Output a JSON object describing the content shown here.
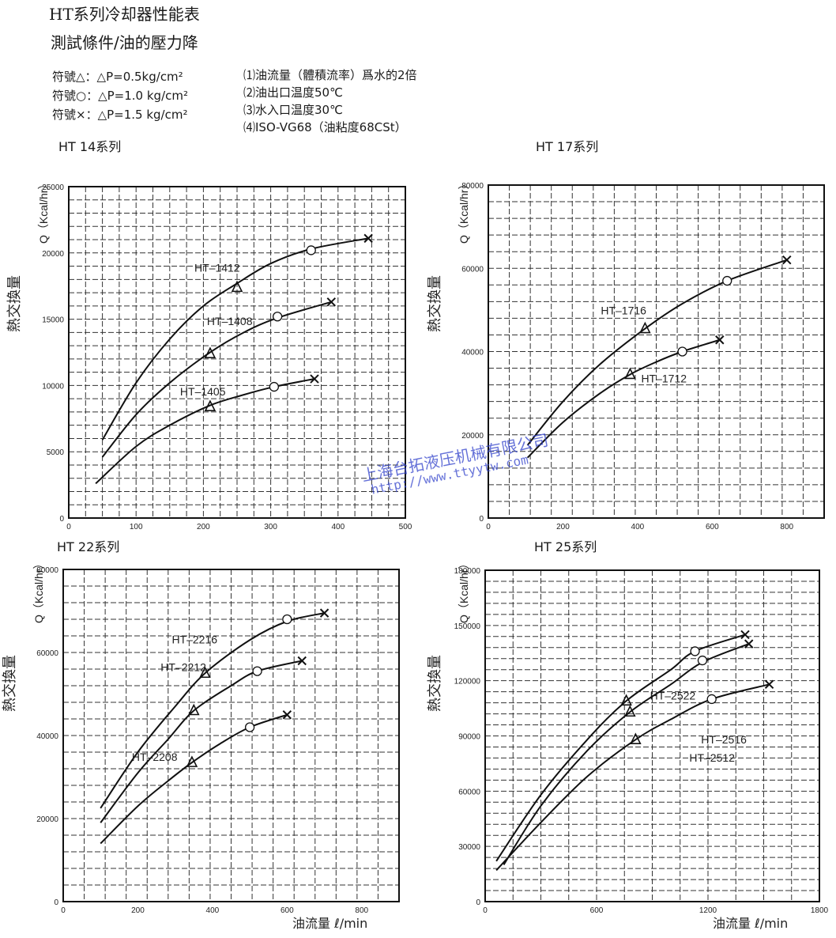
{
  "header": {
    "title": "HT系列冷却器性能表",
    "subtitle": "測試條件/油的壓力降",
    "legend": [
      {
        "label": "符號△：",
        "value": "△P=0.5kg/cm²"
      },
      {
        "label": "符號○：",
        "value": "△P=1.0 kg/cm²"
      },
      {
        "label": "符號×：",
        "value": "△P=1.5 kg/cm²"
      }
    ],
    "conditions": [
      "⑴油流量（體積流率）爲水的2倍",
      "⑵油出口温度50℃",
      "⑶水入口温度30℃",
      "⑷ISO-VG68（油粘度68CSt）"
    ]
  },
  "watermark": {
    "line1": "上海台拓液压机械有限公司",
    "line2": "http://www.ttyytw.com"
  },
  "chart_data": [
    {
      "id": "ht14",
      "type": "line",
      "title": "HT 14系列",
      "ylabel_cn": "熱交換量",
      "ylabel_unit": "Q（Kcal/hr）",
      "xlabel": "",
      "xlim": [
        0,
        500
      ],
      "ylim": [
        0,
        25000
      ],
      "xticks": [
        0,
        100,
        200,
        300,
        400,
        500
      ],
      "yticks": [
        0,
        5000,
        10000,
        15000,
        20000,
        25000
      ],
      "grid": true,
      "series": [
        {
          "name": "HT-1412",
          "x": [
            50,
            100,
            150,
            200,
            250,
            300,
            360,
            445
          ],
          "y": [
            5900,
            10200,
            13500,
            16000,
            17700,
            19200,
            20300,
            21100
          ],
          "markers": [
            {
              "x": 250,
              "y": 17400,
              "symbol": "triangle"
            },
            {
              "x": 360,
              "y": 20200,
              "symbol": "circle"
            },
            {
              "x": 445,
              "y": 21100,
              "symbol": "cross"
            }
          ]
        },
        {
          "name": "HT-1408",
          "x": [
            50,
            100,
            150,
            210,
            260,
            310,
            390
          ],
          "y": [
            4600,
            7800,
            10200,
            12500,
            14000,
            15100,
            16300
          ],
          "markers": [
            {
              "x": 210,
              "y": 12400,
              "symbol": "triangle"
            },
            {
              "x": 310,
              "y": 15200,
              "symbol": "circle"
            },
            {
              "x": 390,
              "y": 16300,
              "symbol": "cross"
            }
          ]
        },
        {
          "name": "HT-1405",
          "x": [
            40,
            100,
            150,
            210,
            260,
            305,
            365
          ],
          "y": [
            2600,
            5400,
            7000,
            8500,
            9300,
            9900,
            10500
          ],
          "markers": [
            {
              "x": 210,
              "y": 8400,
              "symbol": "triangle"
            },
            {
              "x": 305,
              "y": 9900,
              "symbol": "circle"
            },
            {
              "x": 365,
              "y": 10500,
              "symbol": "cross"
            }
          ]
        }
      ]
    },
    {
      "id": "ht17",
      "type": "line",
      "title": "HT 17系列",
      "ylabel_cn": "熱交換量",
      "ylabel_unit": "Q（Kcal/hr）",
      "xlabel": "",
      "xlim": [
        0,
        900
      ],
      "ylim": [
        0,
        80000
      ],
      "xticks": [
        0,
        200,
        400,
        600,
        800
      ],
      "yticks": [
        0,
        20000,
        40000,
        60000,
        80000
      ],
      "grid": true,
      "series": [
        {
          "name": "HT-1716",
          "x": [
            105,
            200,
            300,
            420,
            520,
            640,
            800
          ],
          "y": [
            17500,
            28000,
            37000,
            45500,
            51500,
            57000,
            62000
          ],
          "markers": [
            {
              "x": 420,
              "y": 45500,
              "symbol": "triangle"
            },
            {
              "x": 640,
              "y": 57000,
              "symbol": "circle"
            },
            {
              "x": 800,
              "y": 62000,
              "symbol": "cross"
            }
          ]
        },
        {
          "name": "HT-1712",
          "x": [
            105,
            200,
            300,
            380,
            450,
            520,
            620
          ],
          "y": [
            14500,
            23000,
            30000,
            34500,
            37500,
            40000,
            42800
          ],
          "markers": [
            {
              "x": 380,
              "y": 34500,
              "symbol": "triangle"
            },
            {
              "x": 520,
              "y": 40000,
              "symbol": "circle"
            },
            {
              "x": 620,
              "y": 42800,
              "symbol": "cross"
            }
          ]
        }
      ]
    },
    {
      "id": "ht22",
      "type": "line",
      "title": "HT 22系列",
      "ylabel_cn": "熱交換量",
      "ylabel_unit": "Q（Kcal/hr）",
      "xlabel": "油流量 ℓ/min",
      "xlim": [
        0,
        900
      ],
      "ylim": [
        0,
        80000
      ],
      "xticks": [
        0,
        200,
        400,
        600,
        800
      ],
      "yticks": [
        0,
        20000,
        40000,
        60000,
        80000
      ],
      "grid": true,
      "series": [
        {
          "name": "HT-2216",
          "x": [
            100,
            200,
            300,
            380,
            500,
            600,
            700
          ],
          "y": [
            22500,
            36000,
            47000,
            55000,
            63000,
            67500,
            69500
          ],
          "markers": [
            {
              "x": 380,
              "y": 55000,
              "symbol": "triangle"
            },
            {
              "x": 600,
              "y": 68000,
              "symbol": "circle"
            },
            {
              "x": 700,
              "y": 69500,
              "symbol": "cross"
            }
          ]
        },
        {
          "name": "HT-2212",
          "x": [
            100,
            200,
            280,
            350,
            450,
            520,
            640
          ],
          "y": [
            19000,
            31000,
            39000,
            46000,
            52000,
            55500,
            58000
          ],
          "markers": [
            {
              "x": 350,
              "y": 46000,
              "symbol": "triangle"
            },
            {
              "x": 520,
              "y": 55500,
              "symbol": "circle"
            },
            {
              "x": 640,
              "y": 58000,
              "symbol": "cross"
            }
          ]
        },
        {
          "name": "HT-2208",
          "x": [
            100,
            200,
            280,
            345,
            420,
            500,
            600
          ],
          "y": [
            14000,
            23000,
            29000,
            33500,
            38000,
            42000,
            45000
          ],
          "markers": [
            {
              "x": 345,
              "y": 33500,
              "symbol": "triangle"
            },
            {
              "x": 500,
              "y": 42000,
              "symbol": "circle"
            },
            {
              "x": 600,
              "y": 45000,
              "symbol": "cross"
            }
          ]
        }
      ]
    },
    {
      "id": "ht25",
      "type": "line",
      "title": "HT 25系列",
      "ylabel_cn": "熱交換量",
      "ylabel_unit": "Q（Kcal/hr）",
      "xlabel": "油流量 ℓ/min",
      "xlim": [
        0,
        1800
      ],
      "ylim": [
        0,
        180000
      ],
      "xticks": [
        0,
        600,
        1200,
        1800
      ],
      "yticks": [
        0,
        30000,
        60000,
        90000,
        120000,
        150000,
        180000
      ],
      "grid": true,
      "series": [
        {
          "name": "HT-2522",
          "x": [
            60,
            300,
            550,
            760,
            1000,
            1130,
            1400
          ],
          "y": [
            22000,
            58000,
            88000,
            109000,
            126000,
            136000,
            145000
          ],
          "markers": [
            {
              "x": 760,
              "y": 109000,
              "symbol": "triangle"
            },
            {
              "x": 1130,
              "y": 136000,
              "symbol": "circle"
            },
            {
              "x": 1400,
              "y": 145000,
              "symbol": "cross"
            }
          ]
        },
        {
          "name": "HT-2516",
          "x": [
            100,
            300,
            550,
            780,
            1000,
            1170,
            1420
          ],
          "y": [
            20000,
            52000,
            82000,
            103000,
            118000,
            130000,
            140000
          ],
          "markers": [
            {
              "x": 780,
              "y": 103000,
              "symbol": "triangle"
            },
            {
              "x": 1170,
              "y": 131000,
              "symbol": "circle"
            },
            {
              "x": 1420,
              "y": 140000,
              "symbol": "cross"
            }
          ]
        },
        {
          "name": "HT-2512",
          "x": [
            60,
            300,
            550,
            810,
            1000,
            1220,
            1530
          ],
          "y": [
            17000,
            43000,
            68000,
            88000,
            99000,
            110000,
            118000
          ],
          "markers": [
            {
              "x": 810,
              "y": 88000,
              "symbol": "triangle"
            },
            {
              "x": 1220,
              "y": 110000,
              "symbol": "circle"
            },
            {
              "x": 1530,
              "y": 118000,
              "symbol": "cross"
            }
          ]
        }
      ]
    }
  ]
}
